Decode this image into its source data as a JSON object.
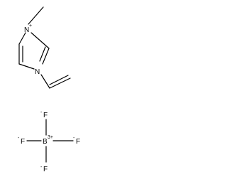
{
  "cation": {
    "n_quaternary": "N",
    "n_quaternary_charge": "+",
    "n_vinyl": "N"
  },
  "anion": {
    "boron": "B",
    "boron_charge": "3+",
    "fluorines": [
      {
        "label": "F",
        "charge": "-"
      },
      {
        "label": "F",
        "charge": "-"
      },
      {
        "label": "F",
        "charge": "-"
      },
      {
        "label": "F",
        "charge": "-"
      }
    ]
  },
  "colors": {
    "bond": "#000000",
    "text": "#000000",
    "background": "#ffffff"
  }
}
